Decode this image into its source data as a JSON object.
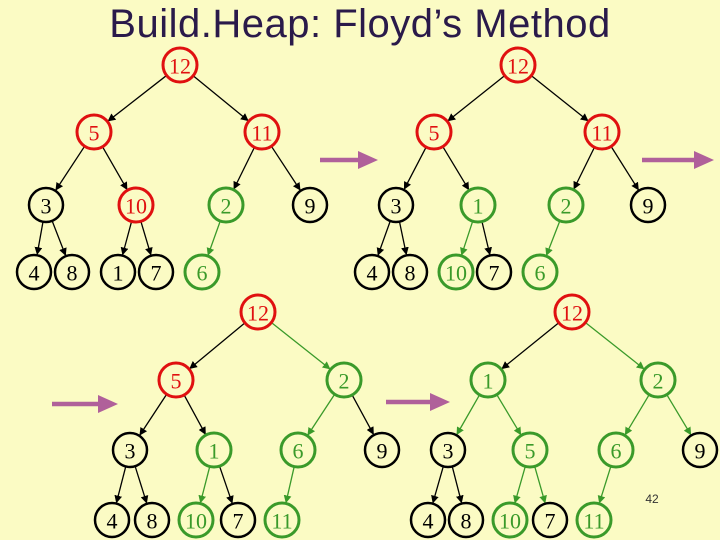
{
  "slide": {
    "title": "Build.Heap: Floyd’s Method",
    "page_number": "42"
  },
  "colors": {
    "background": "#fbfbc4",
    "title": "#2a1a4a",
    "red": "#e01010",
    "green": "#3a9a2a",
    "plain": "#000000",
    "arrow": "#b0609a"
  },
  "trees": [
    {
      "id": "step-1",
      "nodes": [
        {
          "key": "a",
          "label": "12",
          "color": "red"
        },
        {
          "key": "b",
          "label": "5",
          "color": "red"
        },
        {
          "key": "c",
          "label": "11",
          "color": "red"
        },
        {
          "key": "d",
          "label": "3",
          "color": "plain"
        },
        {
          "key": "e",
          "label": "10",
          "color": "red"
        },
        {
          "key": "f",
          "label": "2",
          "color": "green"
        },
        {
          "key": "g",
          "label": "9",
          "color": "plain"
        },
        {
          "key": "h",
          "label": "4",
          "color": "plain"
        },
        {
          "key": "i",
          "label": "8",
          "color": "plain"
        },
        {
          "key": "j",
          "label": "1",
          "color": "plain"
        },
        {
          "key": "k",
          "label": "7",
          "color": "plain"
        },
        {
          "key": "l",
          "label": "6",
          "color": "green"
        }
      ],
      "edges": [
        [
          "a",
          "b"
        ],
        [
          "a",
          "c"
        ],
        [
          "b",
          "d"
        ],
        [
          "b",
          "e"
        ],
        [
          "c",
          "f"
        ],
        [
          "c",
          "g"
        ],
        [
          "d",
          "h"
        ],
        [
          "d",
          "i"
        ],
        [
          "e",
          "j"
        ],
        [
          "e",
          "k"
        ],
        [
          "f",
          "l",
          "g"
        ]
      ]
    },
    {
      "id": "step-2",
      "nodes": [
        {
          "key": "a",
          "label": "12",
          "color": "red"
        },
        {
          "key": "b",
          "label": "5",
          "color": "red"
        },
        {
          "key": "c",
          "label": "11",
          "color": "red"
        },
        {
          "key": "d",
          "label": "3",
          "color": "plain"
        },
        {
          "key": "e",
          "label": "1",
          "color": "green"
        },
        {
          "key": "f",
          "label": "2",
          "color": "green"
        },
        {
          "key": "g",
          "label": "9",
          "color": "plain"
        },
        {
          "key": "h",
          "label": "4",
          "color": "plain"
        },
        {
          "key": "i",
          "label": "8",
          "color": "plain"
        },
        {
          "key": "j",
          "label": "10",
          "color": "green"
        },
        {
          "key": "k",
          "label": "7",
          "color": "plain"
        },
        {
          "key": "l",
          "label": "6",
          "color": "green"
        }
      ],
      "edges": [
        [
          "a",
          "b"
        ],
        [
          "a",
          "c"
        ],
        [
          "b",
          "d"
        ],
        [
          "b",
          "e"
        ],
        [
          "c",
          "f"
        ],
        [
          "c",
          "g"
        ],
        [
          "d",
          "h"
        ],
        [
          "d",
          "i"
        ],
        [
          "e",
          "j",
          "g"
        ],
        [
          "e",
          "k"
        ],
        [
          "f",
          "l",
          "g"
        ]
      ]
    },
    {
      "id": "step-3",
      "nodes": [
        {
          "key": "a",
          "label": "12",
          "color": "red"
        },
        {
          "key": "b",
          "label": "5",
          "color": "red"
        },
        {
          "key": "c",
          "label": "2",
          "color": "green"
        },
        {
          "key": "d",
          "label": "3",
          "color": "plain"
        },
        {
          "key": "e",
          "label": "1",
          "color": "green"
        },
        {
          "key": "f",
          "label": "6",
          "color": "green"
        },
        {
          "key": "g",
          "label": "9",
          "color": "plain"
        },
        {
          "key": "h",
          "label": "4",
          "color": "plain"
        },
        {
          "key": "i",
          "label": "8",
          "color": "plain"
        },
        {
          "key": "j",
          "label": "10",
          "color": "green"
        },
        {
          "key": "k",
          "label": "7",
          "color": "plain"
        },
        {
          "key": "l",
          "label": "11",
          "color": "green"
        }
      ],
      "edges": [
        [
          "a",
          "b"
        ],
        [
          "a",
          "c",
          "g"
        ],
        [
          "b",
          "d"
        ],
        [
          "b",
          "e"
        ],
        [
          "c",
          "f",
          "g"
        ],
        [
          "c",
          "g"
        ],
        [
          "d",
          "h"
        ],
        [
          "d",
          "i"
        ],
        [
          "e",
          "j",
          "g"
        ],
        [
          "e",
          "k"
        ],
        [
          "f",
          "l",
          "g"
        ]
      ]
    },
    {
      "id": "step-4",
      "nodes": [
        {
          "key": "a",
          "label": "12",
          "color": "red"
        },
        {
          "key": "b",
          "label": "1",
          "color": "green"
        },
        {
          "key": "c",
          "label": "2",
          "color": "green"
        },
        {
          "key": "d",
          "label": "3",
          "color": "plain"
        },
        {
          "key": "e",
          "label": "5",
          "color": "green"
        },
        {
          "key": "f",
          "label": "6",
          "color": "green"
        },
        {
          "key": "g",
          "label": "9",
          "color": "plain"
        },
        {
          "key": "h",
          "label": "4",
          "color": "plain"
        },
        {
          "key": "i",
          "label": "8",
          "color": "plain"
        },
        {
          "key": "j",
          "label": "10",
          "color": "green"
        },
        {
          "key": "k",
          "label": "7",
          "color": "plain"
        },
        {
          "key": "l",
          "label": "11",
          "color": "green"
        }
      ],
      "edges": [
        [
          "a",
          "b"
        ],
        [
          "a",
          "c",
          "g"
        ],
        [
          "b",
          "d",
          "g"
        ],
        [
          "b",
          "e",
          "g"
        ],
        [
          "c",
          "f",
          "g"
        ],
        [
          "c",
          "g",
          "g"
        ],
        [
          "d",
          "h"
        ],
        [
          "d",
          "i"
        ],
        [
          "e",
          "j",
          "g"
        ],
        [
          "e",
          "k",
          "g"
        ],
        [
          "f",
          "l",
          "g"
        ]
      ]
    }
  ]
}
